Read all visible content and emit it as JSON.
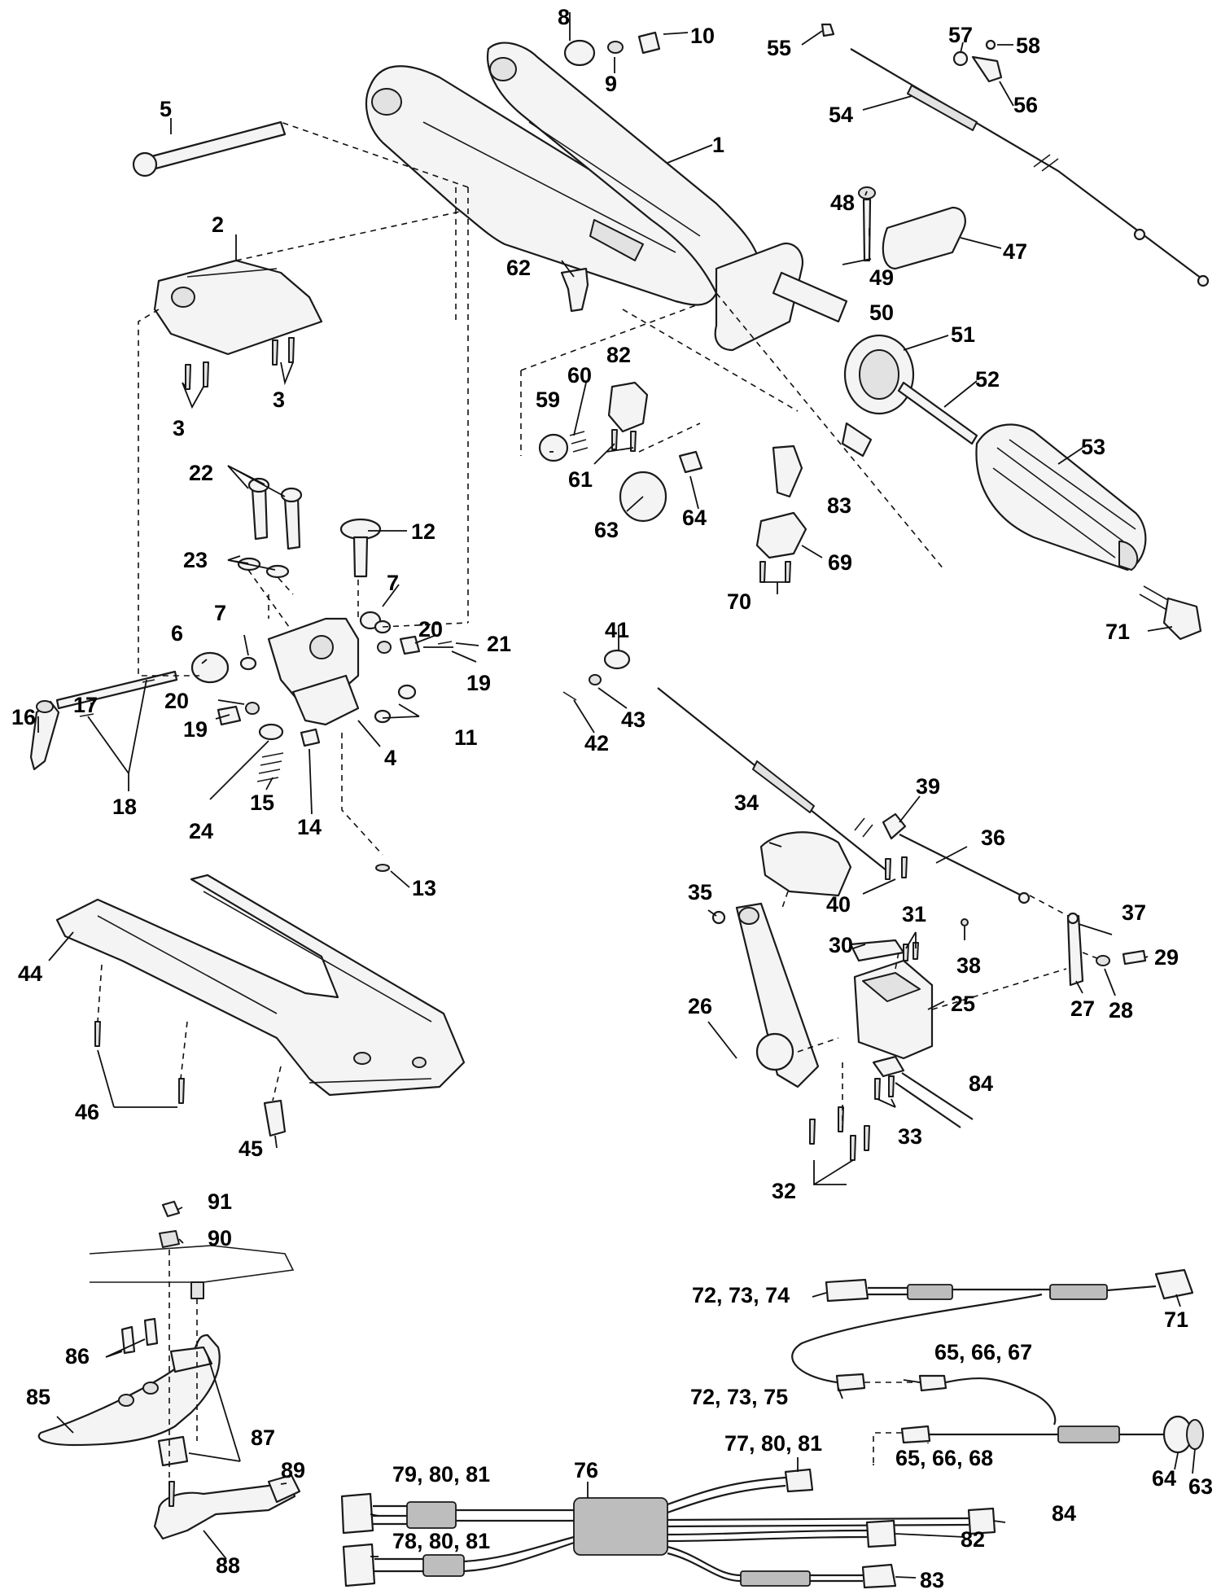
{
  "diagram": {
    "labels": {
      "l1": "1",
      "l2": "2",
      "l3a": "3",
      "l3b": "3",
      "l4": "4",
      "l5": "5",
      "l6": "6",
      "l7a": "7",
      "l7b": "7",
      "l8": "8",
      "l9": "9",
      "l10": "10",
      "l11": "11",
      "l12": "12",
      "l13": "13",
      "l14": "14",
      "l15": "15",
      "l16": "16",
      "l17": "17",
      "l18": "18",
      "l19a": "19",
      "l19b": "19",
      "l20a": "20",
      "l20b": "20",
      "l21": "21",
      "l22": "22",
      "l23": "23",
      "l24": "24",
      "l25": "25",
      "l26": "26",
      "l27": "27",
      "l28": "28",
      "l29": "29",
      "l30": "30",
      "l31": "31",
      "l32": "32",
      "l33": "33",
      "l34": "34",
      "l35": "35",
      "l36": "36",
      "l37": "37",
      "l38": "38",
      "l39": "39",
      "l40": "40",
      "l41": "41",
      "l42": "42",
      "l43": "43",
      "l44": "44",
      "l45": "45",
      "l46": "46",
      "l47": "47",
      "l48": "48",
      "l49": "49",
      "l50": "50",
      "l51": "51",
      "l52": "52",
      "l53": "53",
      "l54": "54",
      "l55": "55",
      "l56": "56",
      "l57": "57",
      "l58": "58",
      "l59": "59",
      "l60": "60",
      "l61": "61",
      "l62": "62",
      "l63a": "63",
      "l63b": "63",
      "l64a": "64",
      "l64b": "64",
      "l69": "69",
      "l70": "70",
      "l71a": "71",
      "l71b": "71",
      "l72_74": "72, 73, 74",
      "l72_75": "72, 73, 75",
      "l65_67": "65, 66, 67",
      "l65_68": "65, 66, 68",
      "l76": "76",
      "l77": "77, 80, 81",
      "l79": "79, 80, 81",
      "l78": "78, 80, 81",
      "l82a": "82",
      "l82b": "82",
      "l83a": "83",
      "l83b": "83",
      "l84a": "84",
      "l84b": "84",
      "l85": "85",
      "l86": "86",
      "l87": "87",
      "l88": "88",
      "l89": "89",
      "l90": "90",
      "l91": "91"
    }
  }
}
